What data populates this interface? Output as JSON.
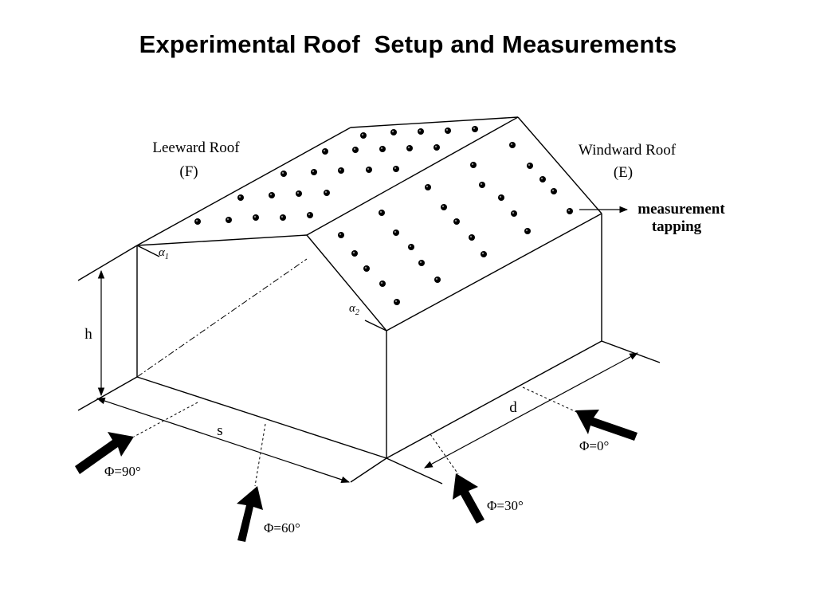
{
  "title": "Experimental Roof  Setup and Measurements",
  "labels": {
    "leeward_roof": "Leeward Roof",
    "leeward_code": "(F)",
    "windward_roof": "Windward Roof",
    "windward_code": "(E)",
    "measurement_line1": "measurement",
    "measurement_line2": "tapping",
    "alpha1": "α",
    "alpha1_sub": "1",
    "alpha2": "α",
    "alpha2_sub": "2",
    "height": "h",
    "span": "s",
    "depth": "d",
    "wind_0": "Φ=0°",
    "wind_30": "Φ=30°",
    "wind_60": "Φ=60°",
    "wind_90": "Φ=90°"
  },
  "colors": {
    "ink": "#000000",
    "background": "#ffffff"
  }
}
